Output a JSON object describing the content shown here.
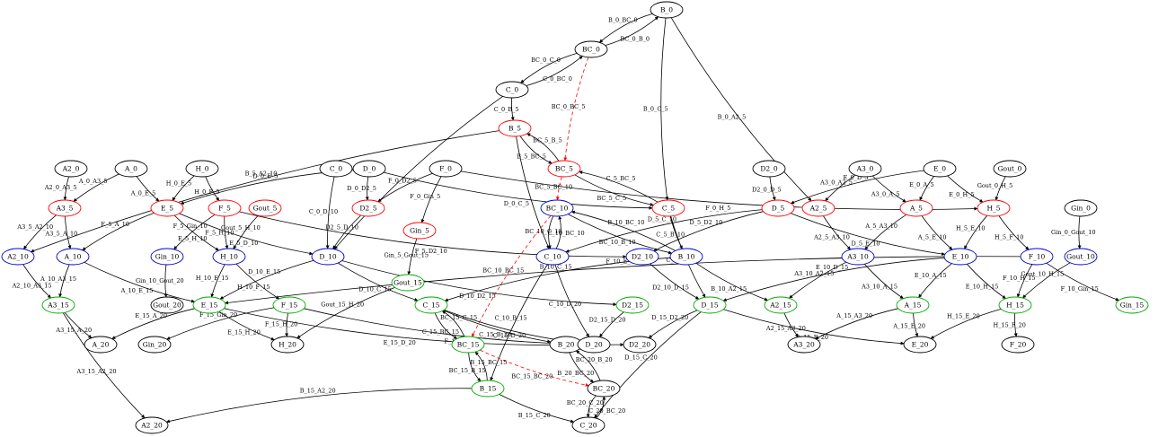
{
  "colors": {
    "black": "#000000",
    "red": "#ff0000",
    "blue": "#0000cc",
    "green": "#00aa00"
  },
  "nodes": [
    {
      "id": "B_0",
      "label": "B_0",
      "c": "black"
    },
    {
      "id": "BC_0",
      "label": "BC_0",
      "c": "black"
    },
    {
      "id": "C_0",
      "label": "C_0",
      "c": "black"
    },
    {
      "id": "B_5",
      "label": "B_5",
      "c": "red"
    },
    {
      "id": "BC_5",
      "label": "BC_5",
      "c": "red"
    },
    {
      "id": "A2_0",
      "label": "A2_0",
      "c": "black"
    },
    {
      "id": "A_0",
      "label": "A_0",
      "c": "black"
    },
    {
      "id": "H_0",
      "label": "H_0",
      "c": "black"
    },
    {
      "id": "C_0b",
      "label": "C_0",
      "c": "black"
    },
    {
      "id": "D_0",
      "label": "D_0",
      "c": "black"
    },
    {
      "id": "F_0",
      "label": "F_0",
      "c": "black"
    },
    {
      "id": "D2_0",
      "label": "D2_0",
      "c": "black"
    },
    {
      "id": "A3_0",
      "label": "A3_0",
      "c": "black"
    },
    {
      "id": "E_0",
      "label": "E_0",
      "c": "black"
    },
    {
      "id": "Gout_0",
      "label": "Gout_0",
      "c": "black"
    },
    {
      "id": "A3_5",
      "label": "A3_5",
      "c": "red"
    },
    {
      "id": "E_5",
      "label": "E_5",
      "c": "red"
    },
    {
      "id": "F_5",
      "label": "F_5",
      "c": "red"
    },
    {
      "id": "Gout_5",
      "label": "Gout_5",
      "c": "red"
    },
    {
      "id": "D2_5",
      "label": "D2_5",
      "c": "red"
    },
    {
      "id": "Gin_5",
      "label": "Gin_5",
      "c": "red"
    },
    {
      "id": "BC_10",
      "label": "BC_10",
      "c": "blue"
    },
    {
      "id": "C_5",
      "label": "C_5",
      "c": "red"
    },
    {
      "id": "D_5",
      "label": "D_5",
      "c": "red"
    },
    {
      "id": "A2_5",
      "label": "A2_5",
      "c": "red"
    },
    {
      "id": "A_5",
      "label": "A_5",
      "c": "red"
    },
    {
      "id": "H_5",
      "label": "H_5",
      "c": "red"
    },
    {
      "id": "Gin_0",
      "label": "Gin_0",
      "c": "black"
    },
    {
      "id": "A2_10",
      "label": "A2_10",
      "c": "blue"
    },
    {
      "id": "A_10",
      "label": "A_10",
      "c": "blue"
    },
    {
      "id": "Gin_10",
      "label": "Gin_10",
      "c": "blue"
    },
    {
      "id": "H_10",
      "label": "H_10",
      "c": "blue"
    },
    {
      "id": "D_10",
      "label": "D_10",
      "c": "blue"
    },
    {
      "id": "C_10",
      "label": "C_10",
      "c": "blue"
    },
    {
      "id": "D2_10",
      "label": "D2_10",
      "c": "blue"
    },
    {
      "id": "B_10",
      "label": "B_10",
      "c": "blue"
    },
    {
      "id": "A3_10",
      "label": "A3_10",
      "c": "blue"
    },
    {
      "id": "E_10",
      "label": "E_10",
      "c": "blue"
    },
    {
      "id": "F_10",
      "label": "F_10",
      "c": "blue"
    },
    {
      "id": "Gout_10",
      "label": "Gout_10",
      "c": "blue"
    },
    {
      "id": "A3_15",
      "label": "A3_15",
      "c": "green"
    },
    {
      "id": "Gout_20",
      "label": "Gout_20",
      "c": "black"
    },
    {
      "id": "E_15",
      "label": "E_15",
      "c": "green"
    },
    {
      "id": "F_15",
      "label": "F_15",
      "c": "green"
    },
    {
      "id": "Gout_15",
      "label": "Gout_15",
      "c": "green"
    },
    {
      "id": "C_15",
      "label": "C_15",
      "c": "green"
    },
    {
      "id": "D2_15",
      "label": "D2_15",
      "c": "green"
    },
    {
      "id": "D_15",
      "label": "D_15",
      "c": "green"
    },
    {
      "id": "A2_15",
      "label": "A2_15",
      "c": "green"
    },
    {
      "id": "A_15",
      "label": "A_15",
      "c": "green"
    },
    {
      "id": "H_15",
      "label": "H_15",
      "c": "green"
    },
    {
      "id": "Gin_15",
      "label": "Gin_15",
      "c": "green"
    },
    {
      "id": "A_20",
      "label": "A_20",
      "c": "black"
    },
    {
      "id": "Gin_20",
      "label": "Gin_20",
      "c": "black"
    },
    {
      "id": "H_20",
      "label": "H_20",
      "c": "black"
    },
    {
      "id": "BC_15",
      "label": "BC_15",
      "c": "green"
    },
    {
      "id": "B_20",
      "label": "B_20",
      "c": "black"
    },
    {
      "id": "D_20",
      "label": "D_20",
      "c": "black"
    },
    {
      "id": "D2_20",
      "label": "D2_20",
      "c": "black"
    },
    {
      "id": "A3_20",
      "label": "A3_20",
      "c": "black"
    },
    {
      "id": "E_20",
      "label": "E_20",
      "c": "black"
    },
    {
      "id": "F_20",
      "label": "F_20",
      "c": "black"
    },
    {
      "id": "B_15",
      "label": "B_15",
      "c": "green"
    },
    {
      "id": "BC_20",
      "label": "BC_20",
      "c": "black"
    },
    {
      "id": "A2_20",
      "label": "A2_20",
      "c": "black"
    },
    {
      "id": "C_20",
      "label": "C_20",
      "c": "black"
    }
  ],
  "edges": [
    {
      "f": "B_0",
      "t": "BC_0",
      "label": "B_0_BC_0"
    },
    {
      "f": "BC_0",
      "t": "B_0",
      "label": "BC_0_B_0"
    },
    {
      "f": "BC_0",
      "t": "C_0",
      "label": "BC_0_C_0"
    },
    {
      "f": "C_0",
      "t": "BC_0",
      "label": "C_0_BC_0"
    },
    {
      "f": "BC_0",
      "t": "BC_5",
      "label": "BC_0_BC_5",
      "dashed": true
    },
    {
      "f": "B_0",
      "t": "C_5",
      "label": "B_0_C_5"
    },
    {
      "f": "B_0",
      "t": "A2_5",
      "label": "B_0_A2_5"
    },
    {
      "f": "C_0",
      "t": "B_5",
      "label": "C_0_B_5"
    },
    {
      "f": "C_0",
      "t": "D_10",
      "label": ""
    },
    {
      "f": "B_5",
      "t": "BC_5",
      "label": "B_5_BC_5"
    },
    {
      "f": "BC_5",
      "t": "B_5",
      "label": "BC_5_B_5"
    },
    {
      "f": "B_5",
      "t": "A2_10",
      "label": "B_5_A2_10"
    },
    {
      "f": "B_5",
      "t": "C_10",
      "label": ""
    },
    {
      "f": "BC_5",
      "t": "C_5",
      "label": "BC_5_C_5"
    },
    {
      "f": "C_5",
      "t": "BC_5",
      "label": "C_5_BC_5"
    },
    {
      "f": "BC_5",
      "t": "BC_10",
      "label": "BC_5_BC_10",
      "dashed": true
    },
    {
      "f": "A2_0",
      "t": "A3_5",
      "label": "A2_0_A3_5"
    },
    {
      "f": "A_0",
      "t": "A3_5",
      "label": "A_0_A3_5"
    },
    {
      "f": "A_0",
      "t": "E_5",
      "label": "A_0_E_5"
    },
    {
      "f": "H_0",
      "t": "E_5",
      "label": "H_0_E_5"
    },
    {
      "f": "H_0",
      "t": "F_5",
      "label": "H_0_F_5"
    },
    {
      "f": "C_0b",
      "t": "D_10",
      "label": "C_0_D_10"
    },
    {
      "f": "D_0",
      "t": "E_5",
      "label": "D_0_E_5"
    },
    {
      "f": "D_0",
      "t": "D2_5",
      "label": "D_0_D2_5"
    },
    {
      "f": "D_0",
      "t": "C_5",
      "label": "D_0_C_5"
    },
    {
      "f": "F_0",
      "t": "D2_5",
      "label": "F_0_D2_5"
    },
    {
      "f": "F_0",
      "t": "Gin_5",
      "label": "F_0_Gin_5"
    },
    {
      "f": "F_0",
      "t": "H_5",
      "label": "F_0_H_5"
    },
    {
      "f": "D2_0",
      "t": "D_5",
      "label": "D2_0_D_5"
    },
    {
      "f": "A3_0",
      "t": "A2_5",
      "label": "A3_0_A2_5"
    },
    {
      "f": "A3_0",
      "t": "A_5",
      "label": "A3_0_A_5"
    },
    {
      "f": "E_0",
      "t": "D_5",
      "label": "E_0_D_5"
    },
    {
      "f": "E_0",
      "t": "A_5",
      "label": "E_0_A_5"
    },
    {
      "f": "E_0",
      "t": "H_5",
      "label": "E_0_H_5"
    },
    {
      "f": "Gout_0",
      "t": "H_5",
      "label": "Gout_0_H_5"
    },
    {
      "f": "A3_5",
      "t": "A2_10",
      "label": "A3_5_A2_10"
    },
    {
      "f": "A3_5",
      "t": "A_10",
      "label": "A3_5_A_10"
    },
    {
      "f": "E_5",
      "t": "A_10",
      "label": "E_5_A_10"
    },
    {
      "f": "E_5",
      "t": "H_10",
      "label": "E_5_H_10"
    },
    {
      "f": "E_5",
      "t": "D_10",
      "label": "E_5_D_10"
    },
    {
      "f": "F_5",
      "t": "Gin_10",
      "label": "F_5_Gin_10"
    },
    {
      "f": "F_5",
      "t": "H_10",
      "label": "F_5_H_10"
    },
    {
      "f": "F_5",
      "t": "D2_10",
      "label": "F_5_D2_10"
    },
    {
      "f": "Gout_5",
      "t": "H_10",
      "label": "Gout_5_H_10"
    },
    {
      "f": "D2_5",
      "t": "D_10",
      "label": "D2_5_D_10"
    },
    {
      "f": "BC_10",
      "t": "C_10",
      "label": "BC_10_C_10"
    },
    {
      "f": "C_10",
      "t": "BC_10",
      "label": "C_10_BC_10"
    },
    {
      "f": "BC_10",
      "t": "B_10",
      "label": "BC_10_B_10"
    },
    {
      "f": "B_10",
      "t": "BC_10",
      "label": "B_10_BC_10"
    },
    {
      "f": "BC_10",
      "t": "BC_15",
      "label": "BC_10_BC_15",
      "dashed": true
    },
    {
      "f": "C_5",
      "t": "B_10",
      "label": "C_5_B_10"
    },
    {
      "f": "C_5",
      "t": "D_15",
      "label": "C_5_D_15"
    },
    {
      "f": "D_5",
      "t": "C_10",
      "label": "D_5_C_10"
    },
    {
      "f": "D_5",
      "t": "D2_10",
      "label": "D_5_D2_10"
    },
    {
      "f": "D_5",
      "t": "E_10",
      "label": "D_5_E_10"
    },
    {
      "f": "A2_5",
      "t": "A3_10",
      "label": "A2_5_A3_10"
    },
    {
      "f": "A_5",
      "t": "A3_10",
      "label": "A_5_A3_10"
    },
    {
      "f": "A_5",
      "t": "E_10",
      "label": "A_5_E_10"
    },
    {
      "f": "H_5",
      "t": "E_10",
      "label": "H_5_E_10"
    },
    {
      "f": "H_5",
      "t": "F_10",
      "label": "H_5_F_10"
    },
    {
      "f": "Gin_0",
      "t": "Gout_10",
      "label": "Gin_0_Gout_10"
    },
    {
      "f": "A2_10",
      "t": "A3_15",
      "label": "A2_10_A3_15"
    },
    {
      "f": "A_10",
      "t": "A3_15",
      "label": "A_10_A3_15"
    },
    {
      "f": "A_10",
      "t": "E_15",
      "label": "A_10_E_15"
    },
    {
      "f": "Gin_10",
      "t": "Gout_20",
      "label": "Gin_10_Gout_20"
    },
    {
      "f": "H_10",
      "t": "E_15",
      "label": "H_10_E_15"
    },
    {
      "f": "H_10",
      "t": "F_15",
      "label": "H_10_F_15"
    },
    {
      "f": "D_10",
      "t": "E_15",
      "label": "D_10_E_15"
    },
    {
      "f": "D_10",
      "t": "C_15",
      "label": "D_10_C_15"
    },
    {
      "f": "D_10",
      "t": "D2_15",
      "label": "D_10_D2_15"
    },
    {
      "f": "Gin_5",
      "t": "Gout_15",
      "label": "Gin_5_Gout_15"
    },
    {
      "f": "C_10",
      "t": "B_15",
      "label": "C_10_B_15"
    },
    {
      "f": "C_10",
      "t": "D_20",
      "label": "C_10_D_20"
    },
    {
      "f": "B_10",
      "t": "C_15",
      "label": "B_10_C_15"
    },
    {
      "f": "B_10",
      "t": "A2_15",
      "label": "B_10_A2_15"
    },
    {
      "f": "D2_10",
      "t": "D_15",
      "label": "D2_10_D_15"
    },
    {
      "f": "A3_10",
      "t": "A2_15",
      "label": "A3_10_A2_15"
    },
    {
      "f": "A3_10",
      "t": "A_15",
      "label": "A3_10_A_15"
    },
    {
      "f": "E_10",
      "t": "D_15",
      "label": "E_10_D_15"
    },
    {
      "f": "E_10",
      "t": "A_15",
      "label": "E_10_A_15"
    },
    {
      "f": "E_10",
      "t": "H_15",
      "label": "E_10_H_15"
    },
    {
      "f": "F_10",
      "t": "E_15",
      "label": "F_10_E_15"
    },
    {
      "f": "F_10",
      "t": "H_15",
      "label": "F_10_H_15"
    },
    {
      "f": "F_10",
      "t": "Gin_15",
      "label": "F_10_Gin_15"
    },
    {
      "f": "Gout_10",
      "t": "H_15",
      "label": "Gout_10_H_15"
    },
    {
      "f": "A3_15",
      "t": "A_20",
      "label": "A3_15_A_20"
    },
    {
      "f": "A3_15",
      "t": "A2_20",
      "label": "A3_15_A2_20"
    },
    {
      "f": "E_15",
      "t": "A_20",
      "label": "E_15_A_20"
    },
    {
      "f": "E_15",
      "t": "H_20",
      "label": "E_15_H_20"
    },
    {
      "f": "E_15",
      "t": "D_20",
      "label": "E_15_D_20"
    },
    {
      "f": "F_15",
      "t": "Gin_20",
      "label": "F_15_Gin_20"
    },
    {
      "f": "F_15",
      "t": "H_20",
      "label": "F_15_H_20"
    },
    {
      "f": "F_15",
      "t": "D2_20",
      "label": "F_15_D2_20"
    },
    {
      "f": "Gout_15",
      "t": "H_20",
      "label": "Gout_15_H_20"
    },
    {
      "f": "C_15",
      "t": "BC_15",
      "label": "C_15_BC_15"
    },
    {
      "f": "BC_15",
      "t": "C_15",
      "label": "BC_15_C_15"
    },
    {
      "f": "C_15",
      "t": "B_20",
      "label": "C_15_B_20"
    },
    {
      "f": "C_15",
      "t": "D_20",
      "label": "C_15_D_20"
    },
    {
      "f": "D2_15",
      "t": "D_20",
      "label": "D2_15_D_20"
    },
    {
      "f": "D_15",
      "t": "D2_20",
      "label": "D_15_D2_20"
    },
    {
      "f": "D_15",
      "t": "E_20",
      "label": "D_15_E_20"
    },
    {
      "f": "D_15",
      "t": "C_20",
      "label": "D_15_C_20"
    },
    {
      "f": "A2_15",
      "t": "A3_20",
      "label": "A2_15_A3_20"
    },
    {
      "f": "A_15",
      "t": "A3_20",
      "label": "A_15_A3_20"
    },
    {
      "f": "A_15",
      "t": "E_20",
      "label": "A_15_E_20"
    },
    {
      "f": "H_15",
      "t": "E_20",
      "label": "H_15_E_20"
    },
    {
      "f": "H_15",
      "t": "F_20",
      "label": "H_15_F_20"
    },
    {
      "f": "BC_15",
      "t": "B_15",
      "label": "BC_15_B_15"
    },
    {
      "f": "B_15",
      "t": "BC_15",
      "label": "B_15_BC_15"
    },
    {
      "f": "BC_15",
      "t": "BC_20",
      "label": "BC_15_BC_20",
      "dashed": true
    },
    {
      "f": "B_20",
      "t": "BC_20",
      "label": "B_20_BC_20"
    },
    {
      "f": "BC_20",
      "t": "B_20",
      "label": "BC_20_B_20"
    },
    {
      "f": "B_15",
      "t": "A2_20",
      "label": "B_15_A2_20"
    },
    {
      "f": "B_15",
      "t": "C_20",
      "label": "B_15_C_20"
    },
    {
      "f": "C_20",
      "t": "BC_20",
      "label": "C_20_BC_20"
    },
    {
      "f": "BC_20",
      "t": "C_20",
      "label": "BC_20_C_20"
    }
  ]
}
